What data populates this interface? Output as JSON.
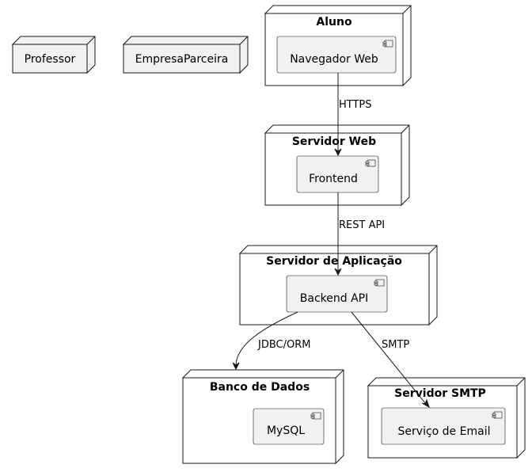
{
  "nodes": {
    "professor": {
      "label": "Professor"
    },
    "empresa": {
      "label": "EmpresaParceira"
    },
    "aluno": {
      "title": "Aluno",
      "component": "Navegador Web"
    },
    "servidor_web": {
      "title": "Servidor Web",
      "component": "Frontend"
    },
    "servidor_app": {
      "title": "Servidor de Aplicação",
      "component": "Backend API"
    },
    "banco": {
      "title": "Banco de Dados",
      "component": "MySQL"
    },
    "smtp": {
      "title": "Servidor SMTP",
      "component": "Serviço de Email"
    }
  },
  "edges": {
    "https": "HTTPS",
    "rest": "REST API",
    "jdbc": "JDBC/ORM",
    "smtp": "SMTP"
  }
}
